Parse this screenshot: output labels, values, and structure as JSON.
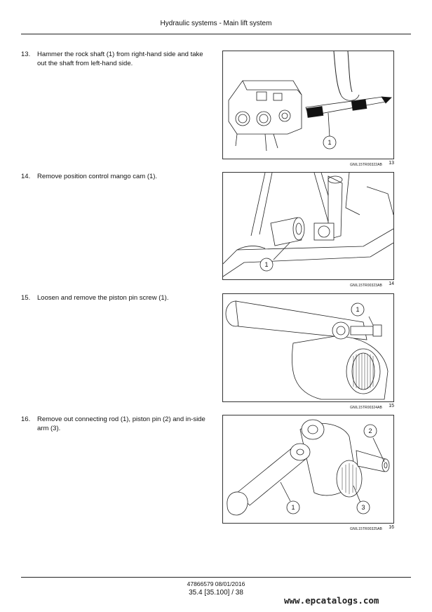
{
  "header": {
    "title": "Hydraulic systems - Main lift system"
  },
  "steps": [
    {
      "number": "13.",
      "text": "Hammer the rock shaft (1) from right-hand side and take out the shaft from left-hand side.",
      "figure_code": "GNIL15TR00322AB",
      "figure_number": "13",
      "callouts": [
        "1"
      ]
    },
    {
      "number": "14.",
      "text": "Remove position control mango cam (1).",
      "figure_code": "GNIL15TR00323AB",
      "figure_number": "14",
      "callouts": [
        "1"
      ]
    },
    {
      "number": "15.",
      "text": "Loosen and remove the piston pin screw (1).",
      "figure_code": "GNIL15TR00324AB",
      "figure_number": "15",
      "callouts": [
        "1"
      ]
    },
    {
      "number": "16.",
      "text": "Remove out connecting rod (1), piston pin (2) and in-side arm (3).",
      "figure_code": "GNIL15TR00325AB",
      "figure_number": "16",
      "callouts": [
        "1",
        "2",
        "3"
      ]
    }
  ],
  "footer": {
    "doc": "47866579 08/01/2016",
    "page": "35.4 [35.100] / 38",
    "watermark": "www.epcatalogs.com"
  }
}
